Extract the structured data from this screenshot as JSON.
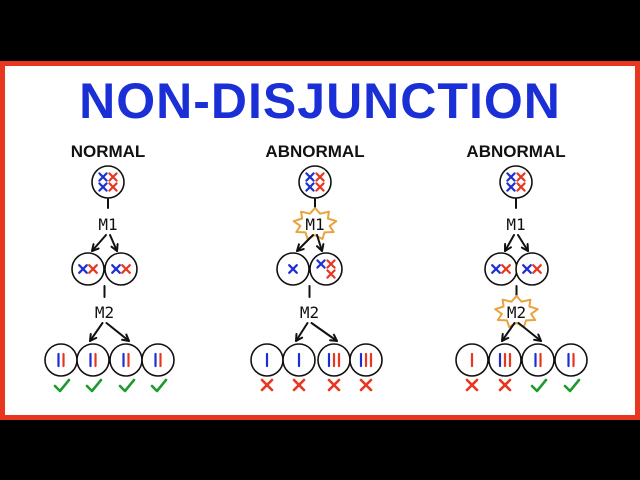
{
  "title": "NON-DISJUNCTION",
  "colors": {
    "border": "#e8361f",
    "title": "#1b2fd6",
    "blue": "#1b2fd6",
    "red": "#e8361f",
    "check": "#1e9a2e",
    "burst": "#e8a33c",
    "line": "#111111"
  },
  "m1_label": "M1",
  "m2_label": "M2",
  "columns": [
    {
      "label": "NORMAL",
      "burst": "none",
      "parent": [
        "blue-x",
        "red-x",
        "blue-x",
        "red-x"
      ],
      "m1_cells": [
        [
          "blue-x",
          "red-x"
        ],
        [
          "blue-x",
          "red-x"
        ]
      ],
      "m2_cells": [
        [
          "blue-bar",
          "red-bar"
        ],
        [
          "blue-bar",
          "red-bar"
        ],
        [
          "blue-bar",
          "red-bar"
        ],
        [
          "blue-bar",
          "red-bar"
        ]
      ],
      "marks": [
        "check",
        "check",
        "check",
        "check"
      ]
    },
    {
      "label": "ABNORMAL",
      "burst": "m1",
      "parent": [
        "blue-x",
        "red-x",
        "blue-x",
        "red-x"
      ],
      "m1_cells": [
        [
          "blue-x"
        ],
        [
          "blue-x",
          "red-x",
          "red-x"
        ]
      ],
      "m2_cells": [
        [
          "blue-bar"
        ],
        [
          "blue-bar"
        ],
        [
          "blue-bar",
          "red-bar",
          "red-bar"
        ],
        [
          "blue-bar",
          "red-bar",
          "red-bar"
        ]
      ],
      "marks": [
        "cross",
        "cross",
        "cross",
        "cross"
      ]
    },
    {
      "label": "ABNORMAL",
      "burst": "m2",
      "parent": [
        "blue-x",
        "red-x",
        "blue-x",
        "red-x"
      ],
      "m1_cells": [
        [
          "blue-x",
          "red-x"
        ],
        [
          "blue-x",
          "red-x"
        ]
      ],
      "m2_cells": [
        [
          "red-bar"
        ],
        [
          "blue-bar",
          "red-bar",
          "red-bar"
        ],
        [
          "blue-bar",
          "red-bar"
        ],
        [
          "blue-bar",
          "red-bar"
        ]
      ],
      "marks": [
        "cross",
        "cross",
        "check",
        "check"
      ]
    }
  ]
}
